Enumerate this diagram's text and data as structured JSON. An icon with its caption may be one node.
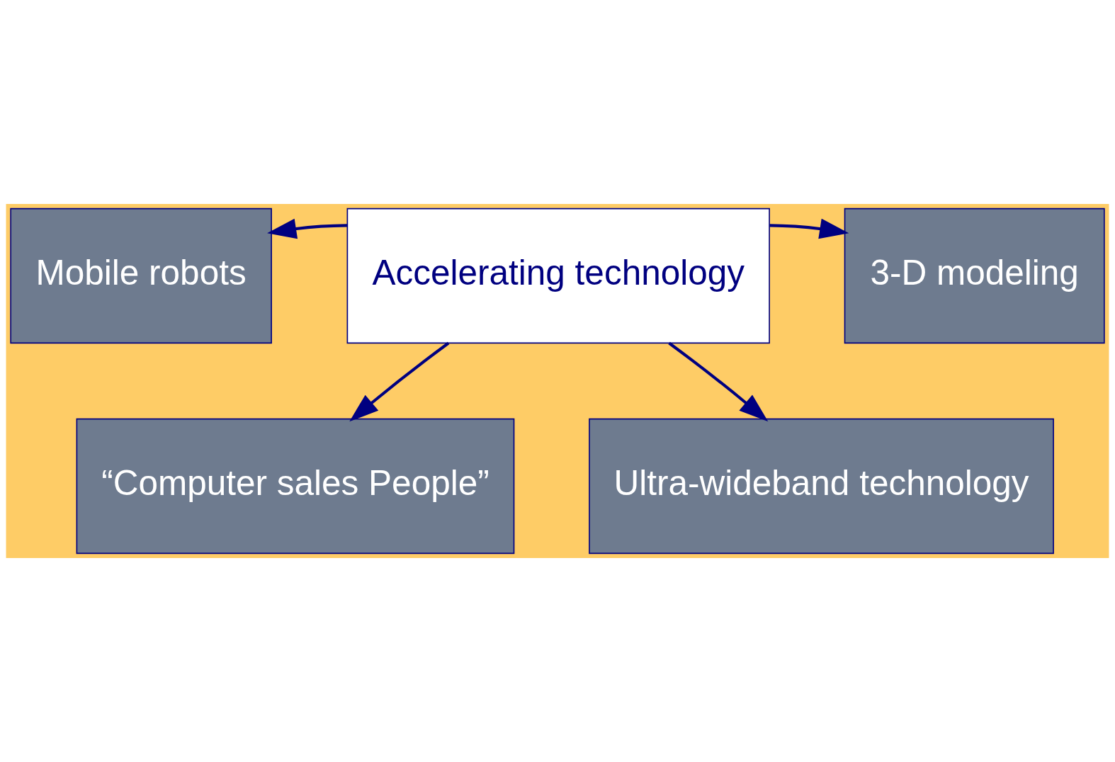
{
  "diagram": {
    "nodes": [
      {
        "text": [
          "Accelerating technology"
        ]
      },
      {
        "text": [
          "“Computer sales People”"
        ]
      },
      {
        "text": [
          "Mobile robots"
        ]
      },
      {
        "text": [
          "3-D modeling"
        ]
      },
      {
        "text": [
          "Ultra-wideband technology"
        ]
      }
    ],
    "edges": [
      {
        "from": 0,
        "to": 1,
        "arrow": "to"
      },
      {
        "from": 0,
        "to": 2,
        "arrow": "to"
      },
      {
        "from": 0,
        "to": 3,
        "arrow": "to"
      },
      {
        "from": 0,
        "to": 4,
        "arrow": "to"
      }
    ]
  }
}
